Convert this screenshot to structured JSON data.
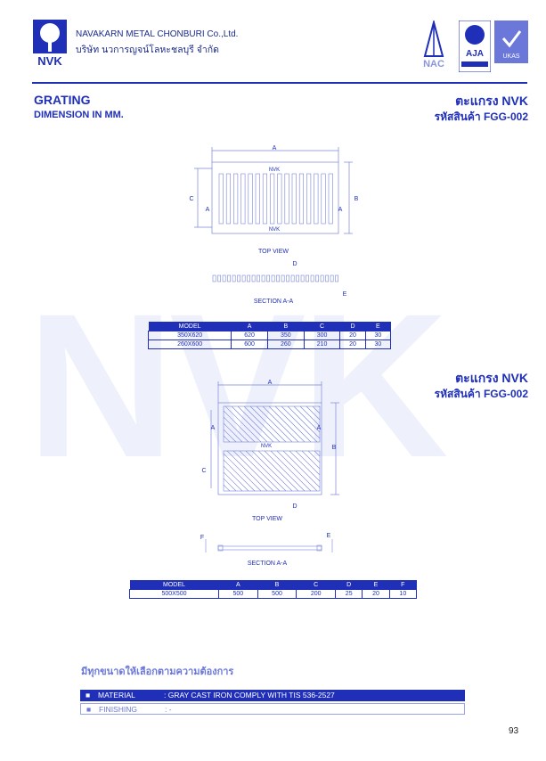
{
  "header": {
    "logo_text": "NVK",
    "company_en": "NAVAKARN METAL CHONBURI Co.,Ltd.",
    "company_th": "บริษัท นวการญจน์โลหะชลบุรี จำกัด",
    "cert1": "NAC",
    "cert2": "AJA",
    "cert3": "UKAS"
  },
  "titles": {
    "left1": "GRATING",
    "left2": "DIMENSION IN MM.",
    "right1": "ตะแกรง NVK",
    "right2": "รหัสสินค้า FGG-002",
    "right1b": "ตะแกรง NVK",
    "right2b": "รหัสสินค้า FGG-002"
  },
  "watermark": "NVK",
  "drawing1": {
    "label_a": "A",
    "label_b": "B",
    "label_c": "C",
    "label_d": "D",
    "label_e": "E",
    "label_aa": "A",
    "mark_top": "NVK",
    "mark_bottom": "NVK",
    "top_view": "TOP VIEW",
    "section": "SECTION A-A"
  },
  "table1": {
    "headers": [
      "MODEL",
      "A",
      "B",
      "C",
      "D",
      "E"
    ],
    "rows": [
      [
        "350X620",
        "620",
        "350",
        "300",
        "20",
        "30"
      ],
      [
        "260X600",
        "600",
        "260",
        "210",
        "20",
        "30"
      ]
    ]
  },
  "drawing2": {
    "label_a": "A",
    "label_b": "B",
    "label_c": "C",
    "label_d": "D",
    "label_e": "E",
    "label_f": "F",
    "label_aa": "A",
    "mark": "NVK",
    "top_view": "TOP VIEW",
    "section": "SECTION A-A"
  },
  "table2": {
    "headers": [
      "MODEL",
      "A",
      "B",
      "C",
      "D",
      "E",
      "F"
    ],
    "rows": [
      [
        "500X500",
        "500",
        "500",
        "200",
        "25",
        "20",
        "10"
      ]
    ]
  },
  "note": "มีทุกขนาดให้เลือกตามความต้องการ",
  "specs": {
    "material_label": "MATERIAL",
    "material_value": ": GRAY CAST IRON COMPLY WITH TIS 536-2527",
    "finishing_label": "FINISHING",
    "finishing_value": ": -"
  },
  "page_number": "93",
  "colors": {
    "brand_blue": "#1f2fb8",
    "light_blue": "#6b78d9"
  }
}
